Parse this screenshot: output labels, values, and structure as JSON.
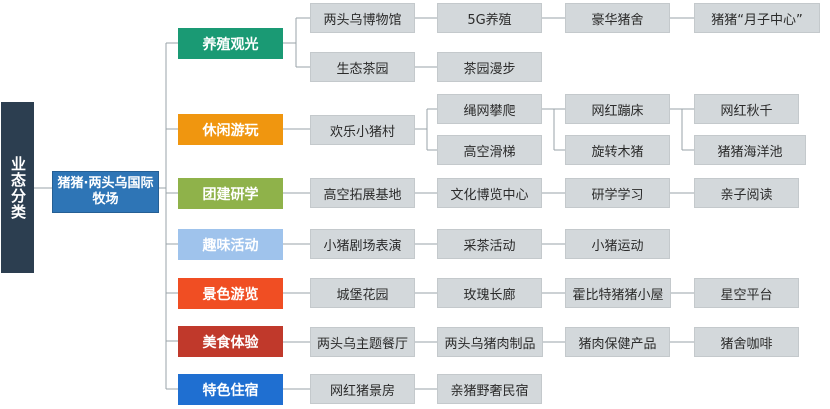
{
  "root": {
    "label": "业态分类"
  },
  "hub": {
    "label": "猪猪·两头乌国际牧场"
  },
  "categories": [
    {
      "label": "养殖观光",
      "color": "#1a9a74",
      "items": [
        "两头乌博物馆",
        "5G养殖",
        "豪华猪舍",
        "猪猪“月子中心”",
        "生态茶园",
        "茶园漫步"
      ]
    },
    {
      "label": "休闲游玩",
      "color": "#f0960f",
      "items": [
        "欢乐小猪村",
        "绳网攀爬",
        "高空滑梯",
        "网红蹦床",
        "旋转木猪",
        "网红秋千",
        "猪猪海洋池"
      ]
    },
    {
      "label": "团建研学",
      "color": "#8fb24a",
      "items": [
        "高空拓展基地",
        "文化博览中心",
        "研学学习",
        "亲子阅读"
      ]
    },
    {
      "label": "趣味活动",
      "color": "#9fc3ec",
      "items": [
        "小猪剧场表演",
        "采茶活动",
        "小猪运动"
      ]
    },
    {
      "label": "景色游览",
      "color": "#f04e23",
      "items": [
        "城堡花园",
        "玫瑰长廊",
        "霍比特猪猪小屋",
        "星空平台"
      ]
    },
    {
      "label": "美食体验",
      "color": "#c0392b",
      "items": [
        "两头乌主题餐厅",
        "两头乌猪肉制品",
        "猪肉保健产品",
        "猪舍咖啡"
      ]
    },
    {
      "label": "特色住宿",
      "color": "#1f6fd1",
      "items": [
        "网红猪景房",
        "亲猪野奢民宿"
      ]
    }
  ]
}
